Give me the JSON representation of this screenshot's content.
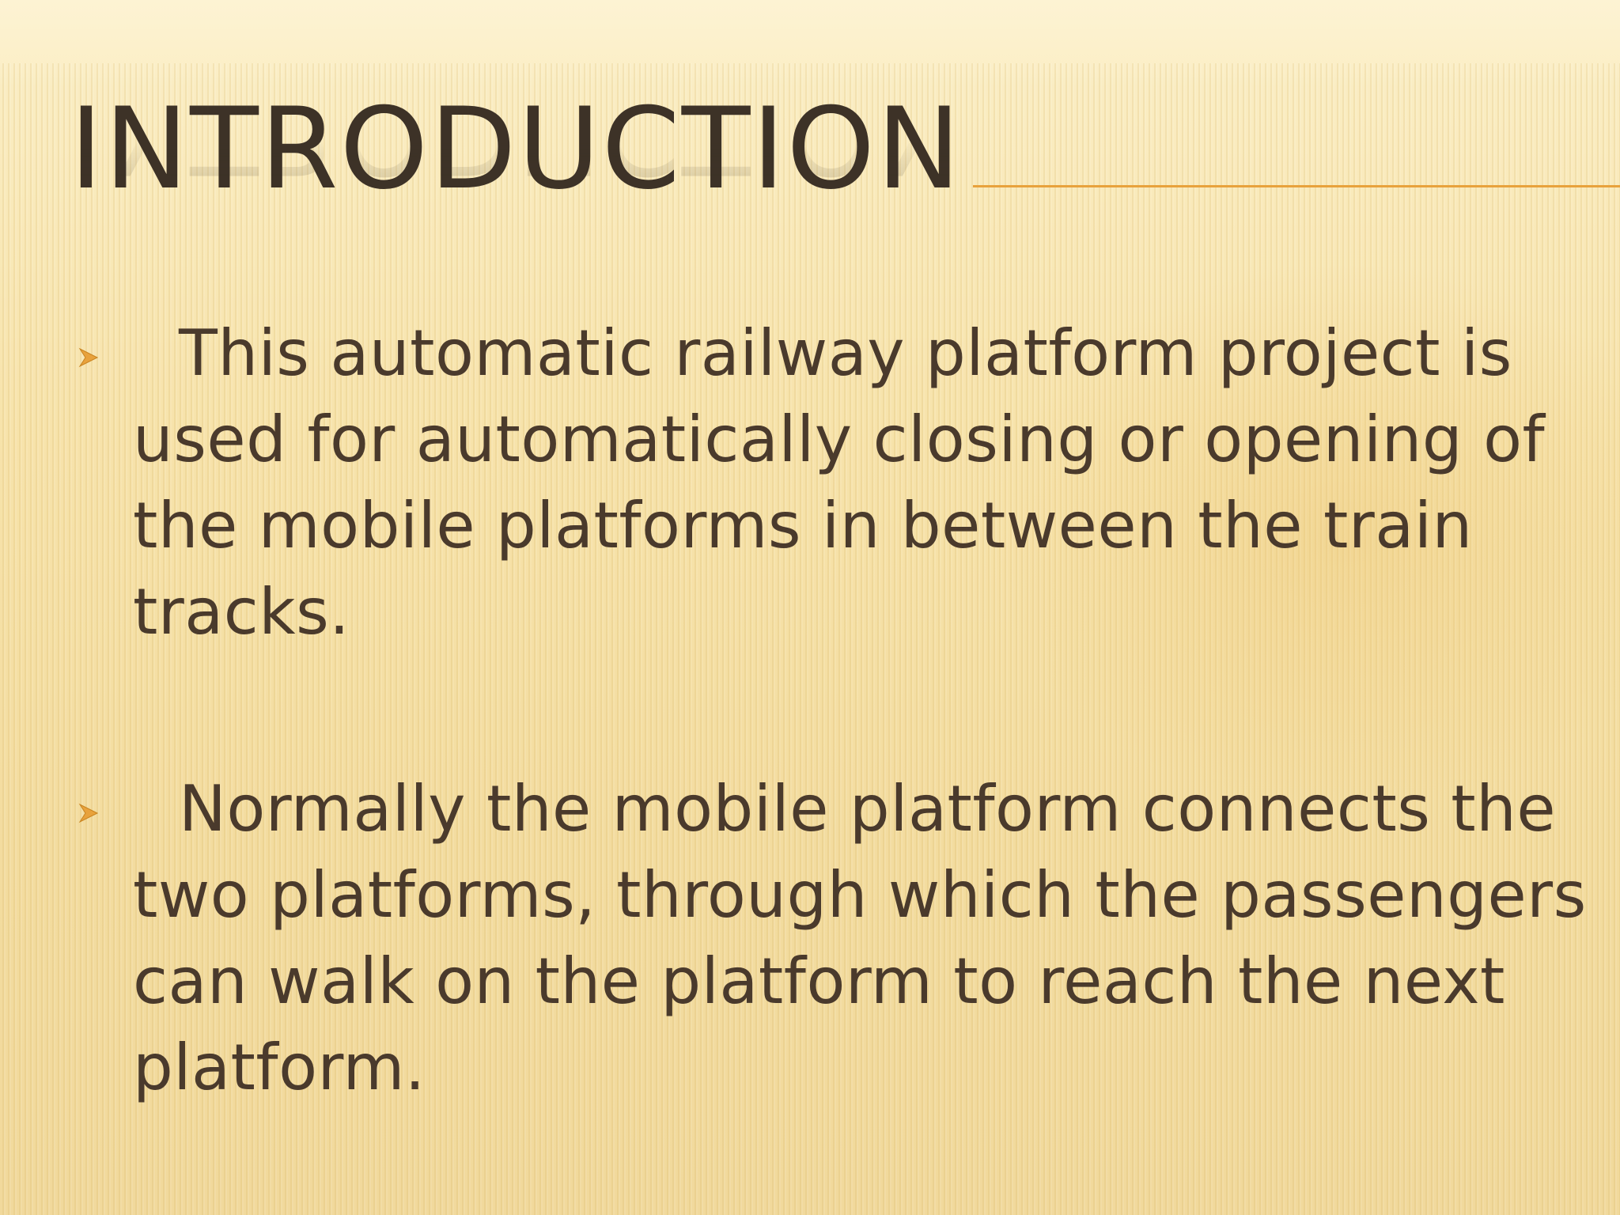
{
  "slide": {
    "title": "INTRODUCTION",
    "accent_color": "#e8a23c",
    "text_color": "#4a3a2c",
    "bullet_icon": "arrowhead-bullet-icon",
    "bullets": [
      {
        "text": "This automatic railway platform project is used for automatically closing or opening of the mobile platforms in between the train tracks."
      },
      {
        "text": "Normally the mobile platform connects the two platforms, through which the passengers can walk on the platform to reach the next platform."
      }
    ]
  }
}
